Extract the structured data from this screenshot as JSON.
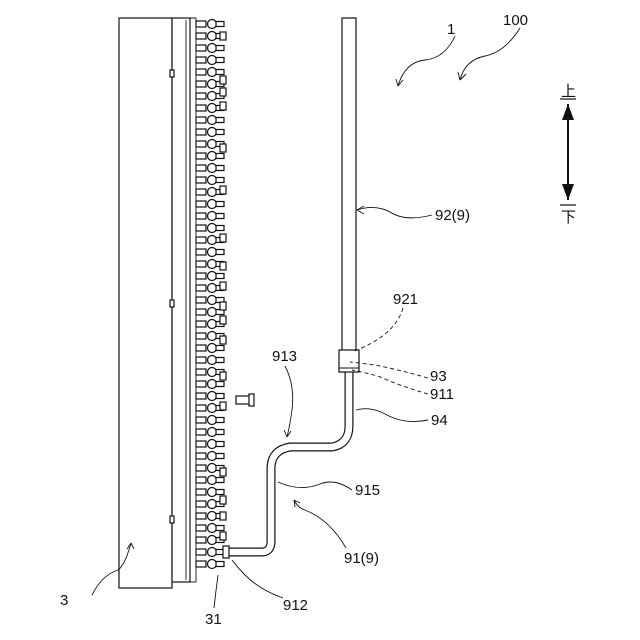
{
  "labels": {
    "assembly": "1",
    "unit": "100",
    "upper_tube": "92(9)",
    "bend_point": "921",
    "joint": "93",
    "joint_end": "911",
    "lower_bend": "913",
    "connector": "94",
    "middle_section": "915",
    "lower_tube": "91(9)",
    "heat_exchanger": "3",
    "header_port": "31",
    "tube_end": "912",
    "up": "上",
    "down": "下"
  }
}
